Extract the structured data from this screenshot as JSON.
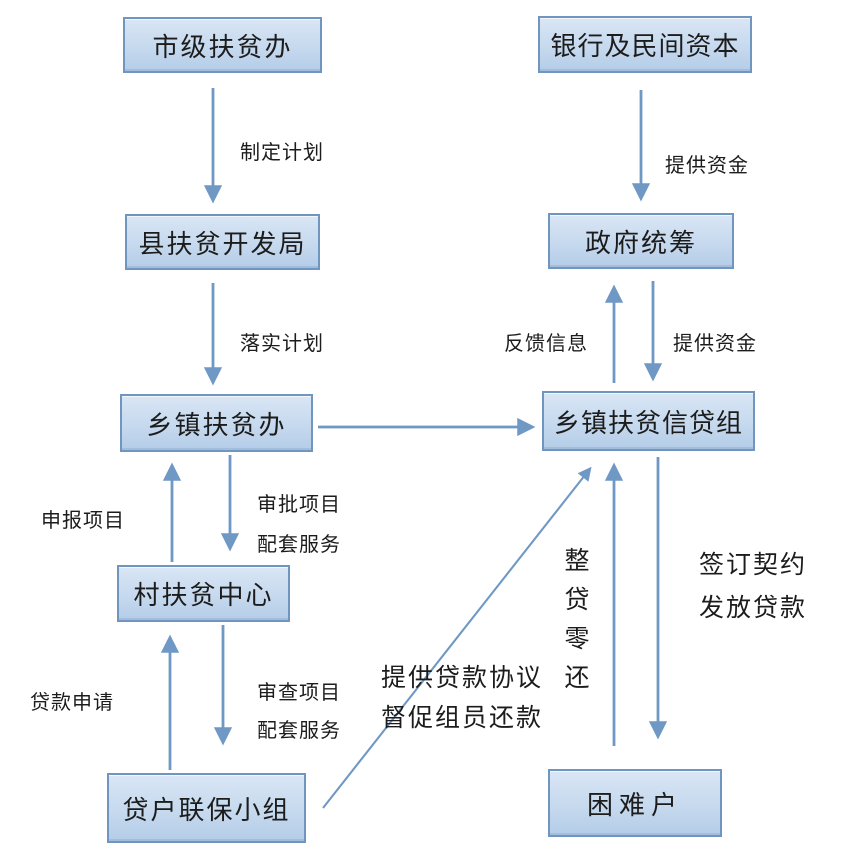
{
  "page": {
    "background": "#ffffff"
  },
  "colors": {
    "box_fill_top": "#d9e6f5",
    "box_fill_bottom": "#b4cde8",
    "box_border": "#7095bf",
    "arrow": "#6f98c5",
    "text": "#1c1c1c"
  },
  "boxes": {
    "municipal_office": {
      "label": "市级扶贫办"
    },
    "bank_private_capital": {
      "label": "银行及民间资本"
    },
    "county_bureau": {
      "label": "县扶贫开发局"
    },
    "government_coordination": {
      "label": "政府统筹"
    },
    "township_office": {
      "label": "乡镇扶贫办"
    },
    "township_credit_group": {
      "label": "乡镇扶贫信贷组"
    },
    "village_center": {
      "label": "村扶贫中心"
    },
    "borrower_guarantee_group": {
      "label": "贷户联保小组"
    },
    "poor_households": {
      "label": "困难户"
    }
  },
  "edge_labels": {
    "make_plan": "制定计划",
    "provide_funds_top": "提供资金",
    "implement_plan": "落实计划",
    "feedback_info": "反馈信息",
    "provide_funds_mid": "提供资金",
    "declare_project": "申报项目",
    "approve_project_1": "审批项目",
    "approve_project_2": "配套服务",
    "loan_application": "贷款申请",
    "review_project_1": "审查项目",
    "review_project_2": "配套服务",
    "provide_agreement_1": "提供贷款协议",
    "provide_agreement_2": "督促组员还款",
    "whole_loan_partial_repay": "整贷零还",
    "sign_contract_1": "签订契约",
    "sign_contract_2": "发放贷款"
  }
}
